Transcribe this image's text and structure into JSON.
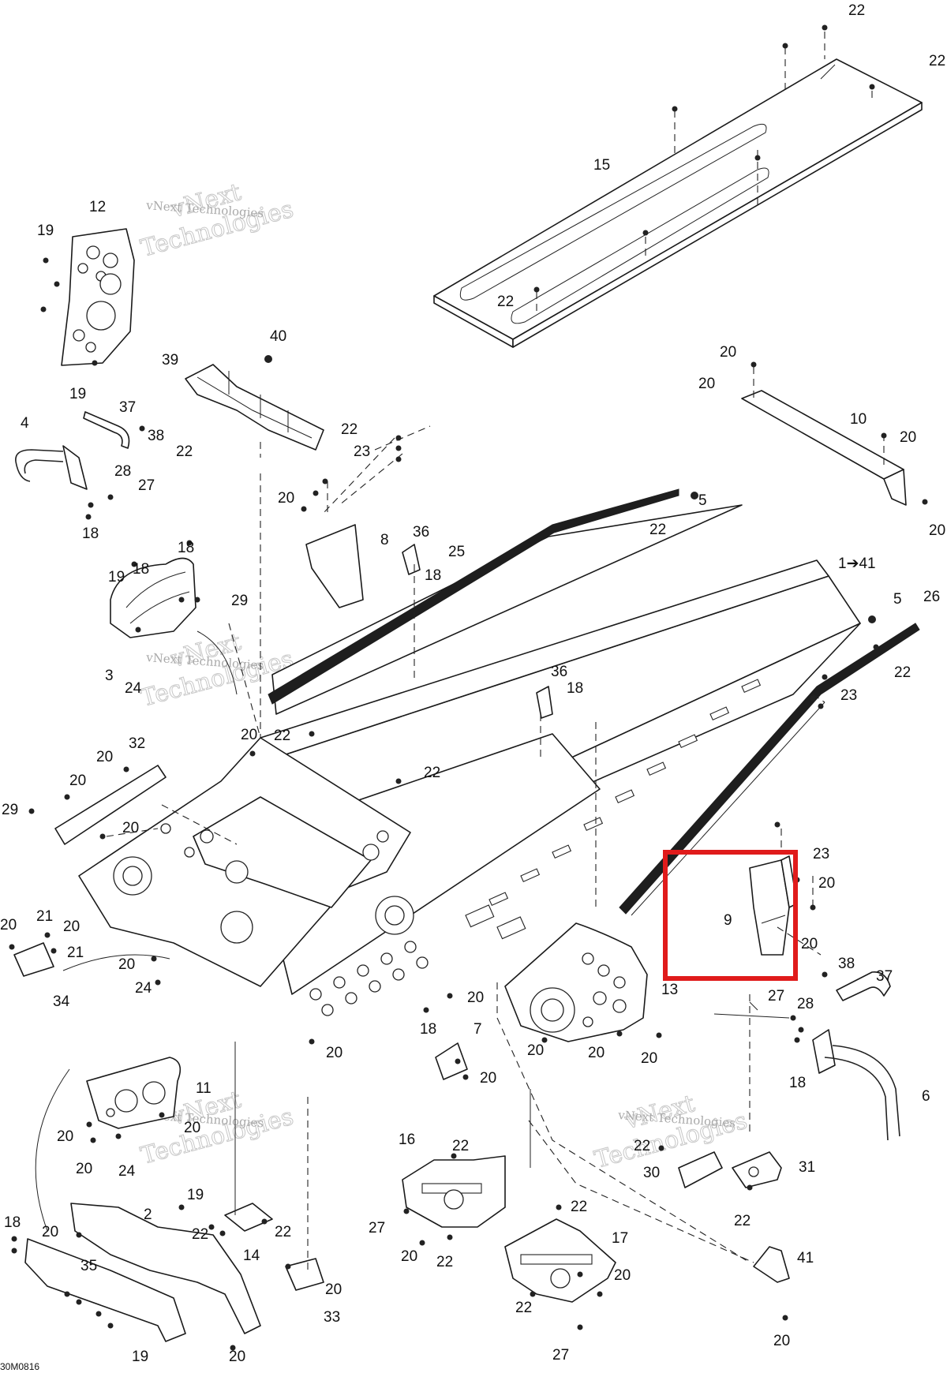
{
  "diagram": {
    "callouts": {
      "c22a": "22",
      "c22b": "22",
      "c15": "15",
      "c22c": "22",
      "c12": "12",
      "c19a": "19",
      "c19b": "19",
      "c40": "40",
      "c39": "39",
      "c22d": "22",
      "c22e": "22",
      "c23a": "23",
      "c4": "4",
      "c37a": "37",
      "c38a": "38",
      "c28a": "28",
      "c27a": "27",
      "c18a": "18",
      "c20a": "20",
      "c20b": "20",
      "c10": "10",
      "c20c": "20",
      "c20d": "20",
      "c20e": "20",
      "c8": "8",
      "c36a": "36",
      "c18b": "18",
      "c25": "25",
      "c5a": "5",
      "c22f": "22",
      "c18c": "18",
      "c18d": "18",
      "c19c": "19",
      "c29a": "29",
      "c3": "3",
      "c24a": "24",
      "c141": "1➔41",
      "c5b": "5",
      "c26": "26",
      "c22g": "22",
      "c23b": "23",
      "c36b": "36",
      "c18e": "18",
      "c20f": "20",
      "c22h": "22",
      "c22i": "22",
      "c20g": "20",
      "c32": "32",
      "c20h": "20",
      "c29b": "29",
      "c20i": "20",
      "c23c": "23",
      "c20j": "20",
      "c9": "9",
      "c20k": "20",
      "c20l": "20",
      "c21a": "21",
      "c20m": "20",
      "c21b": "21",
      "c34": "34",
      "c20n": "20",
      "c24b": "24",
      "c18f": "18",
      "c20o": "20",
      "c20p": "20",
      "c13": "13",
      "c38b": "38",
      "c37b": "37",
      "c27b": "27",
      "c28b": "28",
      "c7": "7",
      "c20q": "20",
      "c20r": "20",
      "c20s": "20",
      "c18g": "18",
      "c6": "6",
      "c11": "11",
      "c20t": "20",
      "c20u": "20",
      "c20v": "20",
      "c24c": "24",
      "c16": "16",
      "c22j": "22",
      "c22k": "22",
      "c30": "30",
      "c31": "31",
      "c22l": "22",
      "c19d": "19",
      "c2": "2",
      "c18h": "18",
      "c20w": "20",
      "c35": "35",
      "c22m": "22",
      "c22n": "22",
      "c14": "14",
      "c27c": "27",
      "c20x": "20",
      "c22o": "22",
      "c22p": "22",
      "c17": "17",
      "c20y": "20",
      "c41": "41",
      "c20z": "20",
      "c33": "33",
      "c19e": "19",
      "c20aa": "20",
      "c22q": "22",
      "c27d": "27",
      "c20ab": "20"
    },
    "watermark_text": "vNext Technologies",
    "watermark_big_line1": "vNext",
    "watermark_big_line2": "Technologies",
    "image_code": "30M0816",
    "highlight_color": "#e01b1b"
  }
}
